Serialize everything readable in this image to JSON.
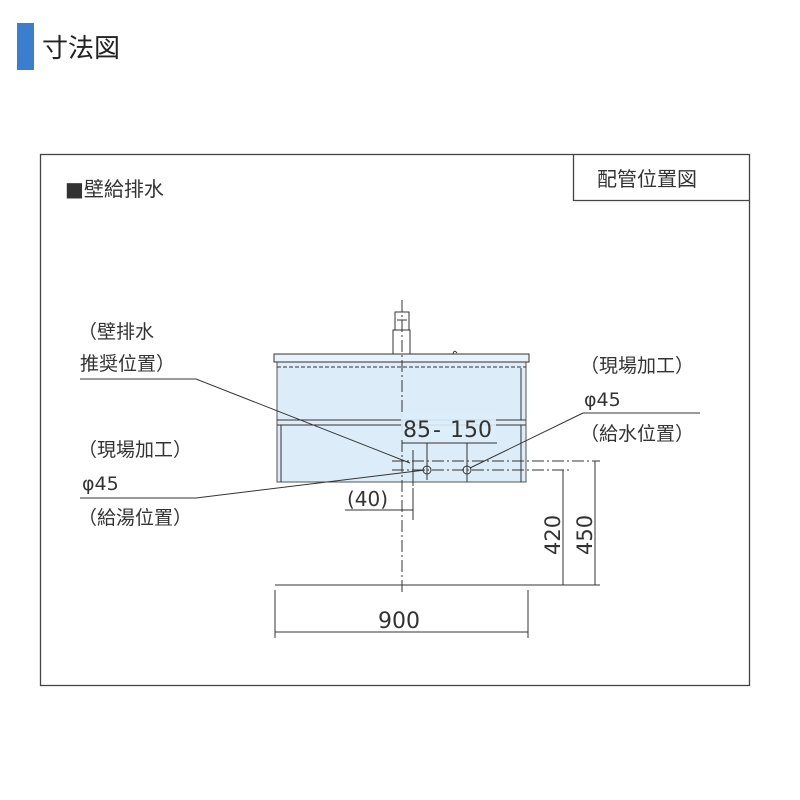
{
  "header": {
    "title": "寸法図",
    "accent_color": "#3a7fcf"
  },
  "diagram": {
    "section_label": "■壁給排水",
    "view_label": "配管位置図",
    "drain": {
      "line1": "（壁排水",
      "line2": "推奨位置）"
    },
    "hot_water": {
      "line1": "（現場加工）",
      "line2": "φ45",
      "line3": "（給湯位置）"
    },
    "cold_water": {
      "line1": "（現場加工）",
      "line2": "φ45",
      "line3": "（給水位置）"
    },
    "dims": {
      "d85": "85",
      "d150": "150",
      "d40": "(40)",
      "d420": "420",
      "d450": "450",
      "d900": "900"
    },
    "cabinet_color": "#dcedf9"
  }
}
